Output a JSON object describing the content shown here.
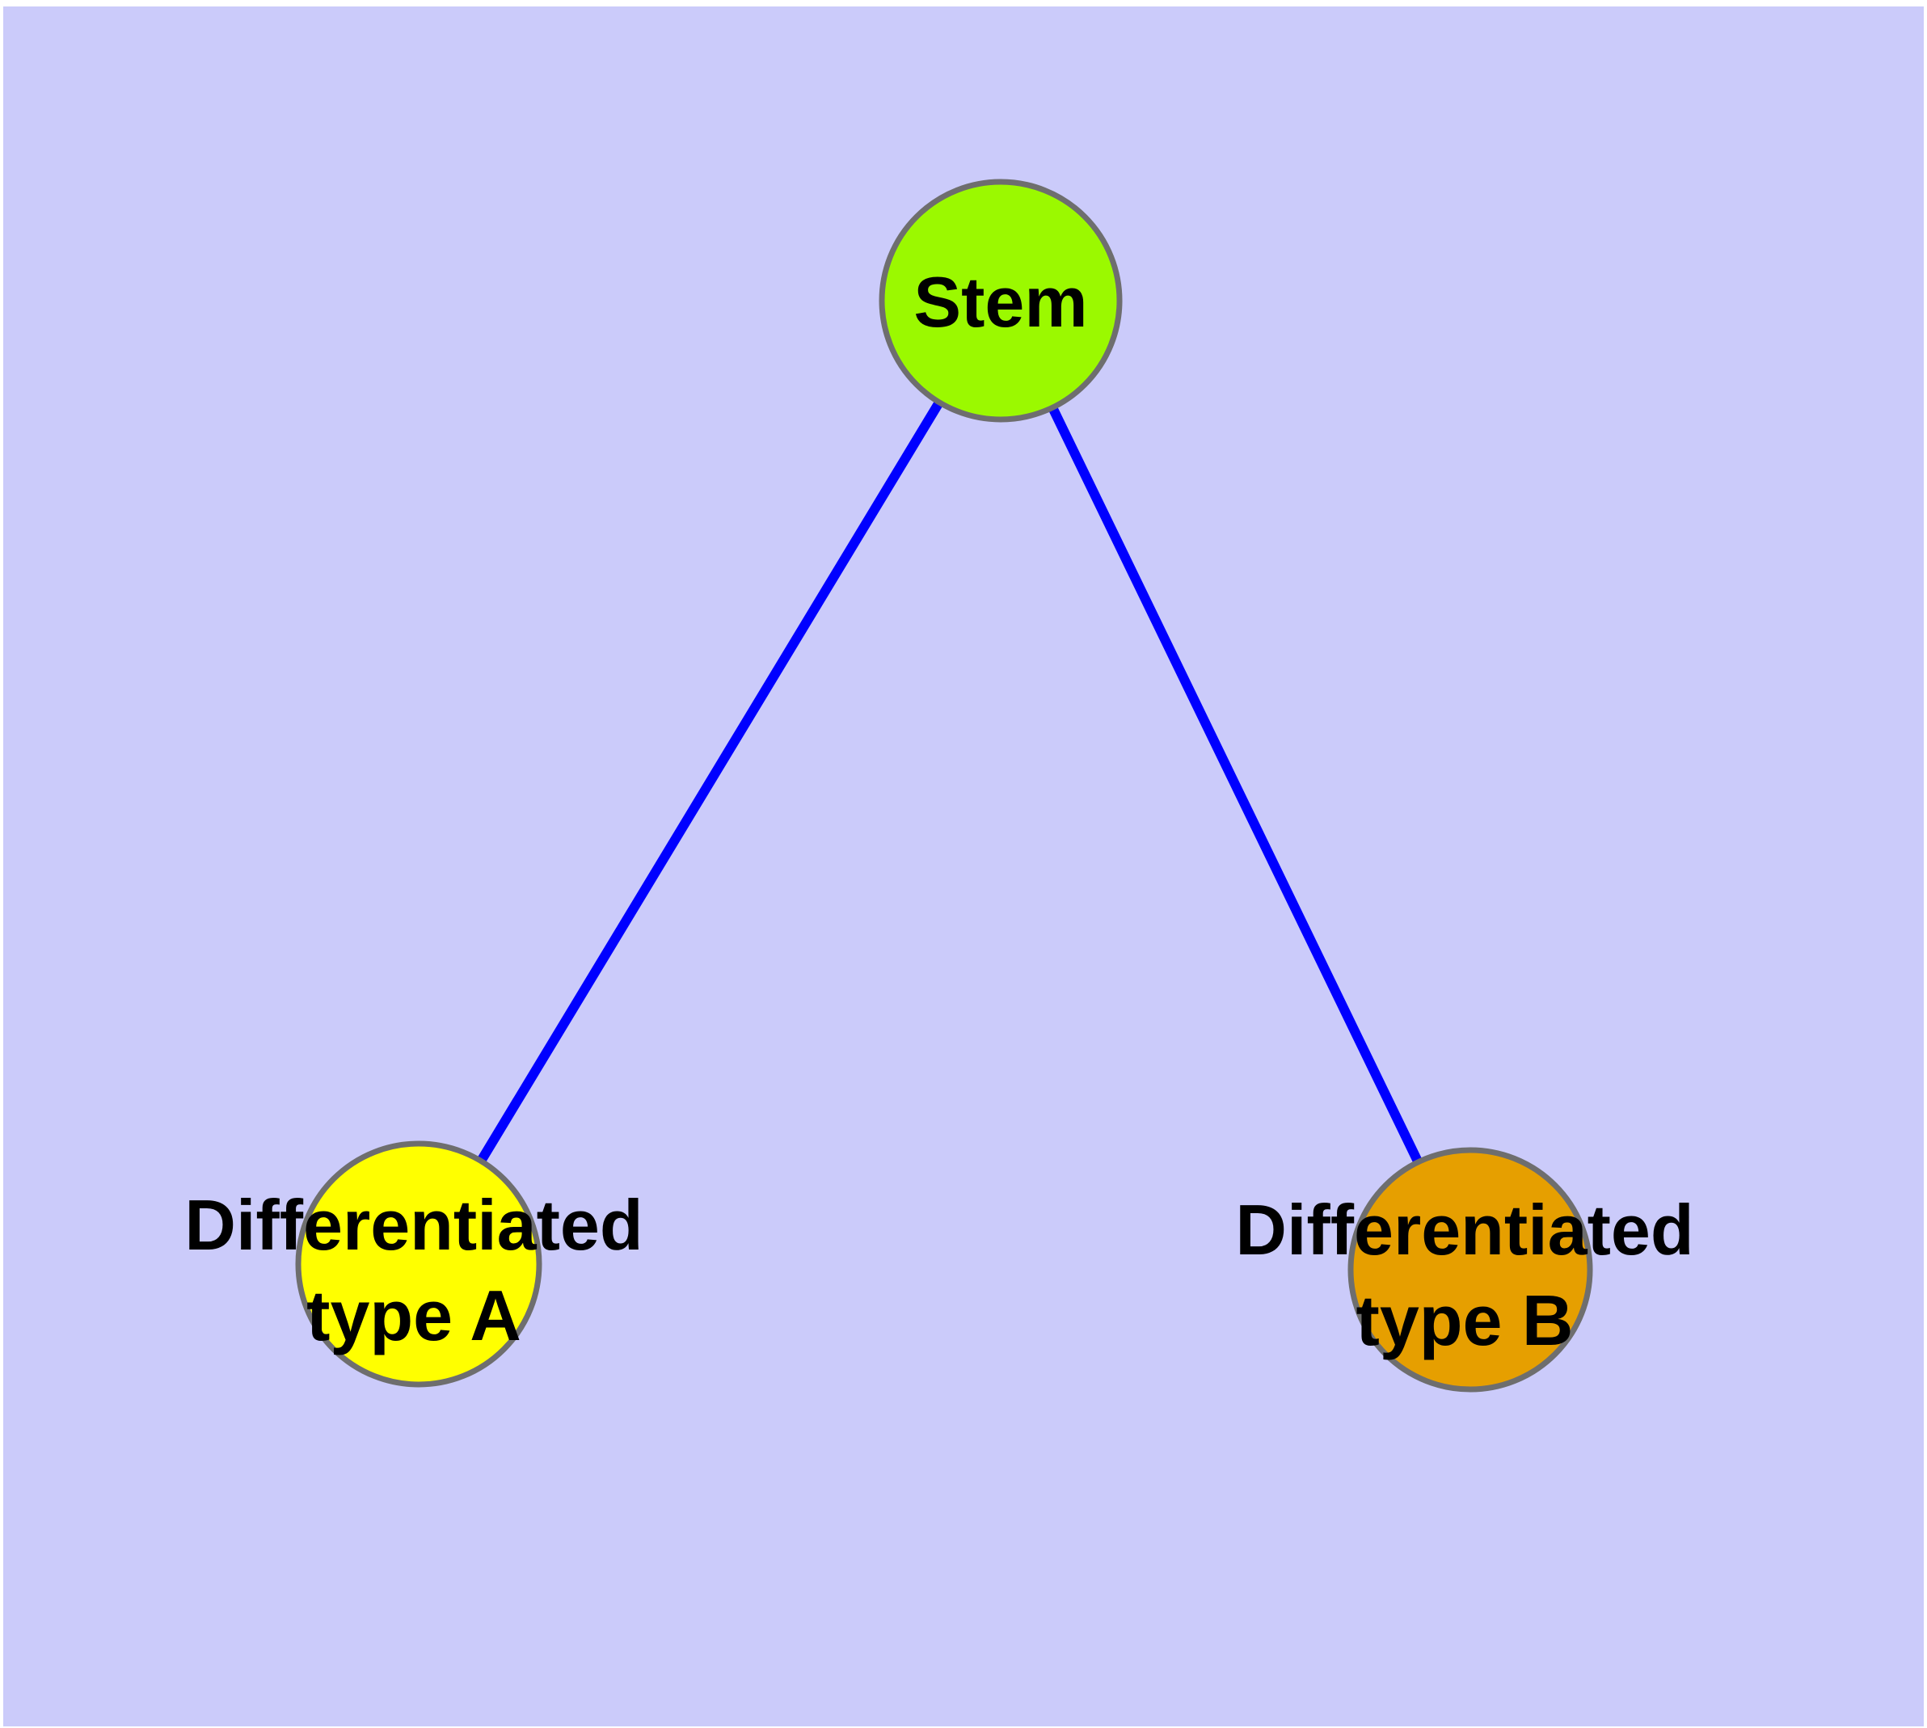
{
  "page": {
    "background_color": "#FFFFFF"
  },
  "diagram": {
    "type": "node-link-graph",
    "background_color": "#CBCBFA",
    "edge_color": "#0000FF",
    "node_border_color": "#6E6E6E",
    "label_color": "#000000",
    "nodes": [
      {
        "id": "stem",
        "label": "Stem",
        "fill": "#9BF900"
      },
      {
        "id": "differentiated-type-a",
        "label": "Differentiated type A",
        "label_lines": [
          "Differentiated",
          "type A"
        ],
        "fill": "#FFFF00"
      },
      {
        "id": "differentiated-type-b",
        "label": "Differentiated type B",
        "label_lines": [
          "Differentiated",
          "type B"
        ],
        "fill": "#E69F00"
      }
    ],
    "edges": [
      {
        "from": "Stem",
        "to": "Differentiated type A"
      },
      {
        "from": "Stem",
        "to": "Differentiated type B"
      }
    ]
  }
}
